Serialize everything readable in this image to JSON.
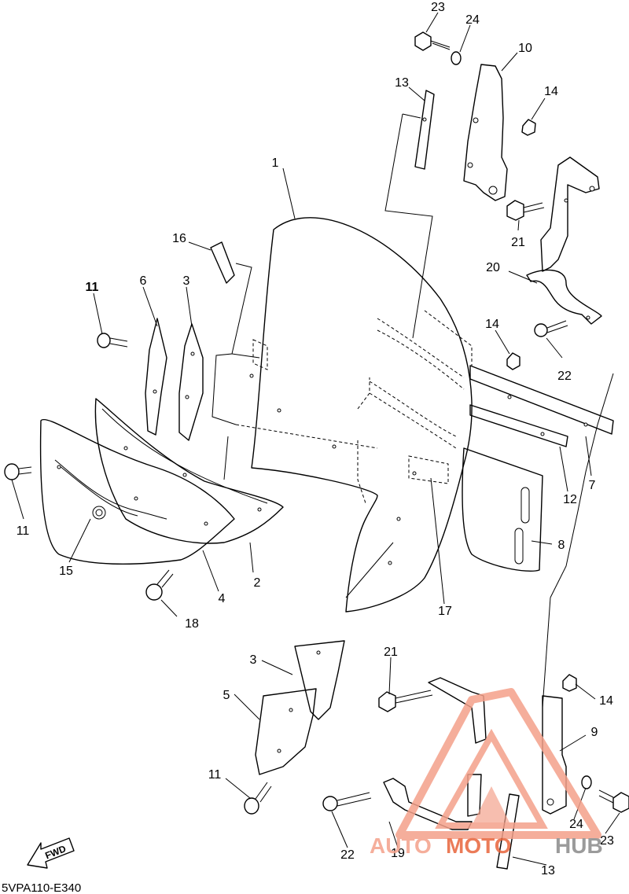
{
  "diagram_code": "5VPA110-E340",
  "fwd_label": "FWD",
  "callouts": {
    "c23a": "23",
    "c24a": "24",
    "c10": "10",
    "c13a": "13",
    "c14a": "14",
    "c1": "1",
    "c21a": "21",
    "c16": "16",
    "c20": "20",
    "c11a": "11",
    "c6": "6",
    "c3a": "3",
    "c14b": "14",
    "c22a": "22",
    "c7": "7",
    "c11b": "11",
    "c12": "12",
    "c8": "8",
    "c15": "15",
    "c2": "2",
    "c4": "4",
    "c18": "18",
    "c17": "17",
    "c3b": "3",
    "c21b": "21",
    "c14c": "14",
    "c5": "5",
    "c9": "9",
    "c11c": "11",
    "c24b": "24",
    "c22b": "22",
    "c19": "19",
    "c23b": "23",
    "c13b": "13"
  },
  "watermark": {
    "brand_part1": "AUTO",
    "brand_part2": "MOTO",
    "brand_part3": "HUB",
    "color_primary": "#f4a08a",
    "color_secondary": "#e8643c",
    "color_dark": "#8a8a8a"
  },
  "icons": {
    "fwd_arrow": "forward-arrow-icon",
    "logo": "triangle-logo-icon"
  }
}
